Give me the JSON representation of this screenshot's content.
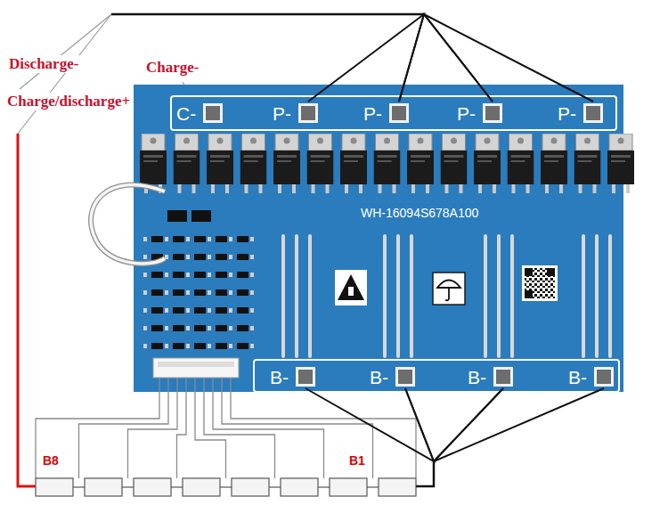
{
  "diagram": {
    "nodes": [
      {
        "text": [
          "WH-16094S678A100"
        ]
      },
      {
        "text": [
          "C-"
        ],
        "in": 0
      },
      {
        "text": [
          "P-"
        ],
        "in": 0
      },
      {
        "text": [
          "P-"
        ],
        "in": 0
      },
      {
        "text": [
          "P-"
        ],
        "in": 0
      },
      {
        "text": [
          "P-"
        ],
        "in": 0
      },
      {
        "text": [
          "B-"
        ],
        "in": 0
      },
      {
        "text": [
          "B-"
        ],
        "in": 0
      },
      {
        "text": [
          "B-"
        ],
        "in": 0
      },
      {
        "text": [
          "B-"
        ],
        "in": 0
      }
    ],
    "edges": [
      {
        "from": 2,
        "to": 3,
        "arrow": "none"
      },
      {
        "from": 3,
        "to": 4,
        "arrow": "none"
      },
      {
        "from": 4,
        "to": 5,
        "arrow": "none"
      },
      {
        "from": 6,
        "to": 7,
        "arrow": "none"
      },
      {
        "from": 7,
        "to": 8,
        "arrow": "none"
      },
      {
        "from": 8,
        "to": 9,
        "arrow": "none"
      }
    ],
    "labels": [
      "Discharge-",
      "Charge/discharge+",
      "Charge-",
      "B8",
      "B1"
    ]
  }
}
